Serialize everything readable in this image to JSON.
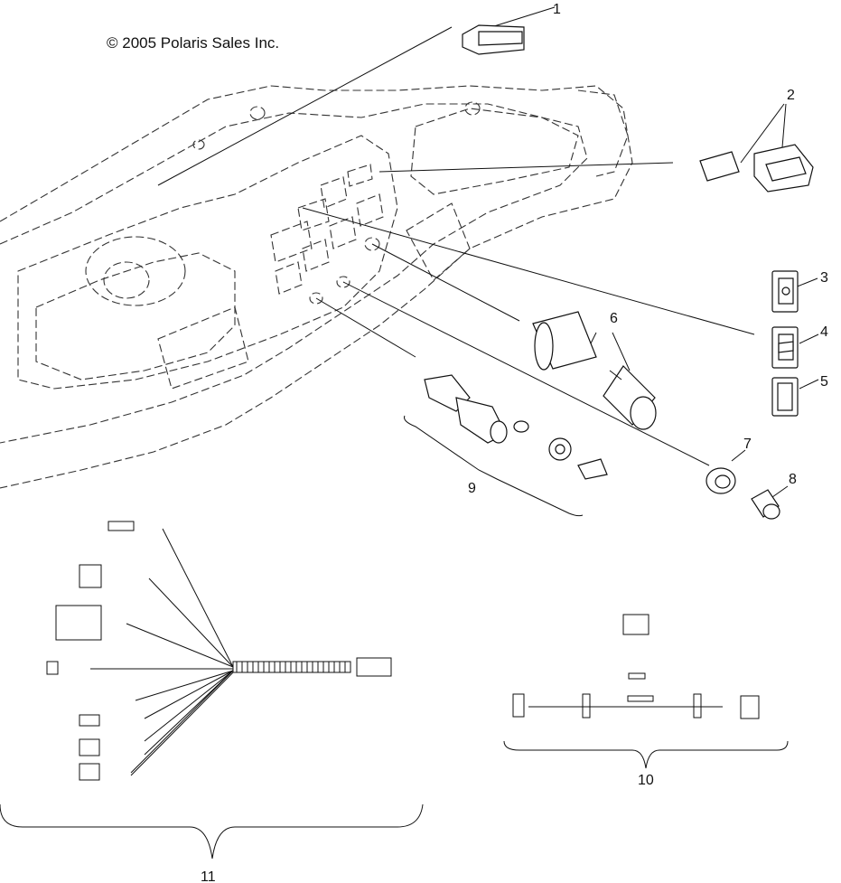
{
  "copyright": "© 2005 Polaris Sales Inc.",
  "callouts": [
    {
      "id": "1",
      "label": "1"
    },
    {
      "id": "2",
      "label": "2"
    },
    {
      "id": "3",
      "label": "3"
    },
    {
      "id": "4",
      "label": "4"
    },
    {
      "id": "5",
      "label": "5"
    },
    {
      "id": "6",
      "label": "6"
    },
    {
      "id": "7",
      "label": "7"
    },
    {
      "id": "8",
      "label": "8"
    },
    {
      "id": "9",
      "label": "9"
    },
    {
      "id": "10",
      "label": "10"
    },
    {
      "id": "11",
      "label": "11"
    }
  ]
}
